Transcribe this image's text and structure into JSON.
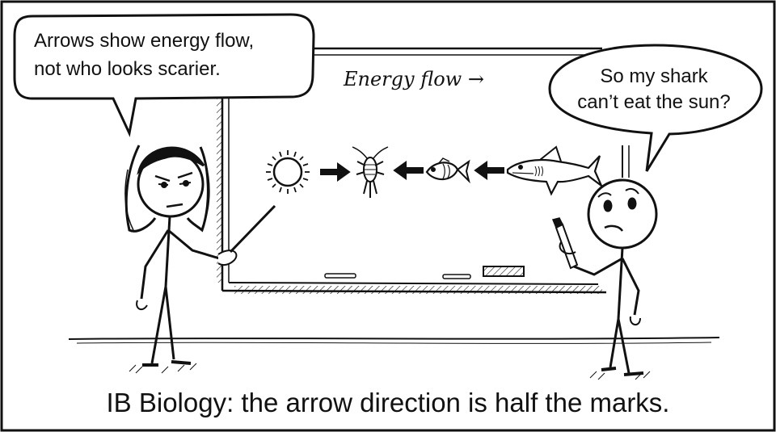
{
  "teacher_bubble": {
    "line1": "Arrows show energy flow,",
    "line2": "not who looks scarier."
  },
  "student_bubble": {
    "line1": "So my shark",
    "line2": "can’t eat the sun?"
  },
  "whiteboard": {
    "label": "Energy flow →",
    "food_chain": [
      "sun-icon",
      "arrow-right-icon",
      "plankton-icon",
      "arrow-left-icon",
      "fish-icon",
      "arrow-left-icon",
      "shark-icon"
    ]
  },
  "caption": "IB Biology: the arrow direction is half the marks.",
  "colors": {
    "ink": "#111111",
    "paper": "#ffffff"
  }
}
